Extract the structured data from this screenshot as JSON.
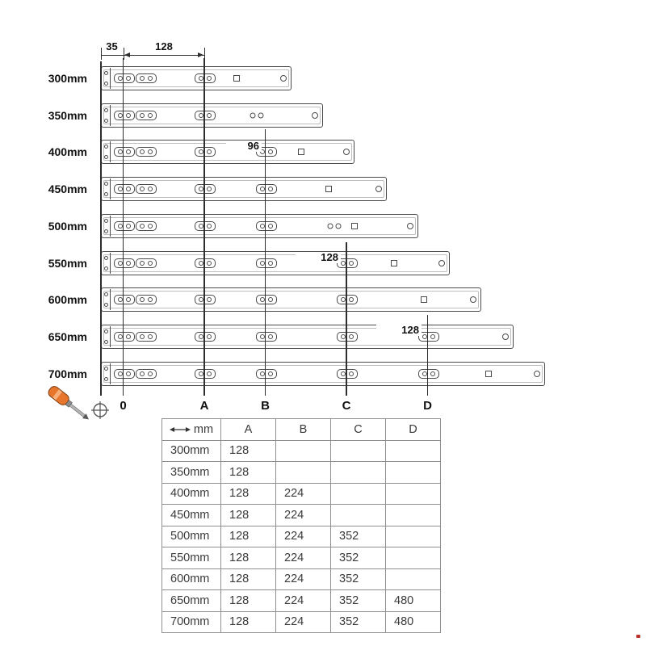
{
  "diagram": {
    "top_dims": [
      {
        "label": "35"
      },
      {
        "label": "128"
      }
    ],
    "inline_dims": [
      {
        "label": "96"
      },
      {
        "label": "128"
      },
      {
        "label": "128"
      }
    ],
    "axis": [
      "0",
      "A",
      "B",
      "C",
      "D"
    ],
    "rails": [
      {
        "label": "300mm",
        "mm": 300,
        "slots": [
          "zero",
          "A"
        ],
        "squares": [
          292
        ],
        "dots": []
      },
      {
        "label": "350mm",
        "mm": 350,
        "slots": [
          "zero",
          "A"
        ],
        "squares": [],
        "dots": [
          312,
          322
        ]
      },
      {
        "label": "400mm",
        "mm": 400,
        "slots": [
          "zero",
          "A",
          "B"
        ],
        "squares": [
          372
        ],
        "dots": []
      },
      {
        "label": "450mm",
        "mm": 450,
        "slots": [
          "zero",
          "A",
          "B"
        ],
        "squares": [
          406
        ],
        "dots": []
      },
      {
        "label": "500mm",
        "mm": 500,
        "slots": [
          "zero",
          "A",
          "B"
        ],
        "squares": [
          438
        ],
        "dots": [
          408,
          418
        ]
      },
      {
        "label": "550mm",
        "mm": 550,
        "slots": [
          "zero",
          "A",
          "B",
          "C"
        ],
        "squares": [
          487
        ],
        "dots": []
      },
      {
        "label": "600mm",
        "mm": 600,
        "slots": [
          "zero",
          "A",
          "B",
          "C"
        ],
        "squares": [
          524
        ],
        "dots": []
      },
      {
        "label": "650mm",
        "mm": 650,
        "slots": [
          "zero",
          "A",
          "B",
          "C",
          "D"
        ],
        "squares": [],
        "dots": []
      },
      {
        "label": "700mm",
        "mm": 700,
        "slots": [
          "zero",
          "A",
          "B",
          "C",
          "D"
        ],
        "squares": [
          604
        ],
        "dots": []
      }
    ]
  },
  "table": {
    "unit_header": "mm",
    "col_headers": [
      "A",
      "B",
      "C",
      "D"
    ],
    "rows": [
      {
        "label": "300mm",
        "values": [
          "128",
          "",
          "",
          ""
        ]
      },
      {
        "label": "350mm",
        "values": [
          "128",
          "",
          "",
          ""
        ]
      },
      {
        "label": "400mm",
        "values": [
          "128",
          "224",
          "",
          ""
        ]
      },
      {
        "label": "450mm",
        "values": [
          "128",
          "224",
          "",
          ""
        ]
      },
      {
        "label": "500mm",
        "values": [
          "128",
          "224",
          "352",
          ""
        ]
      },
      {
        "label": "550mm",
        "values": [
          "128",
          "224",
          "352",
          ""
        ]
      },
      {
        "label": "600mm",
        "values": [
          "128",
          "224",
          "352",
          ""
        ]
      },
      {
        "label": "650mm",
        "values": [
          "128",
          "224",
          "352",
          "480"
        ]
      },
      {
        "label": "700mm",
        "values": [
          "128",
          "224",
          "352",
          "480"
        ]
      }
    ]
  }
}
